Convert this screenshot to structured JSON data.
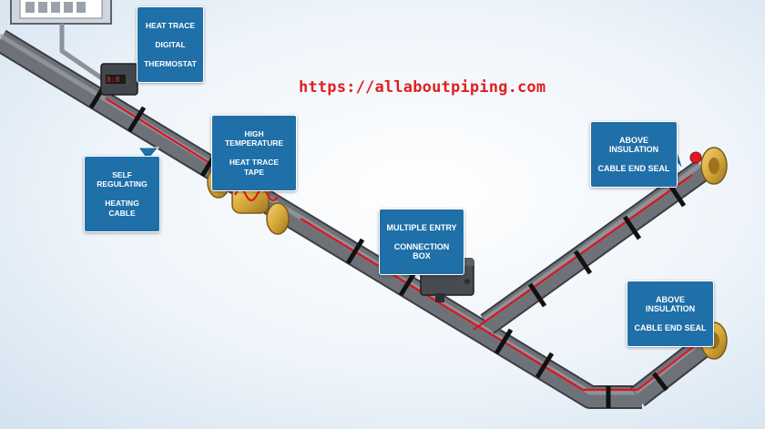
{
  "watermark": "https://allaboutpiping.com",
  "labels": {
    "thermostat": [
      "HEAT TRACE",
      "DIGITAL",
      "THERMOSTAT"
    ],
    "heat_trace_tape": [
      "HIGH TEMPERATURE",
      "HEAT TRACE TAPE"
    ],
    "self_regulating_cable": [
      "SELF REGULATING",
      "HEATING CABLE"
    ],
    "connection_box": [
      "MULTIPLE ENTRY",
      "CONNECTION BOX"
    ],
    "end_seal_top": [
      "ABOVE INSULATION",
      "CABLE END SEAL"
    ],
    "end_seal_bottom": [
      "ABOVE INSULATION",
      "CABLE END SEAL"
    ]
  },
  "colors": {
    "callout": "#1f6fa8",
    "pipe": "#6e7278",
    "heating_cable": "#d8161e",
    "brass": "#d8a93a",
    "watermark": "#e02020"
  }
}
